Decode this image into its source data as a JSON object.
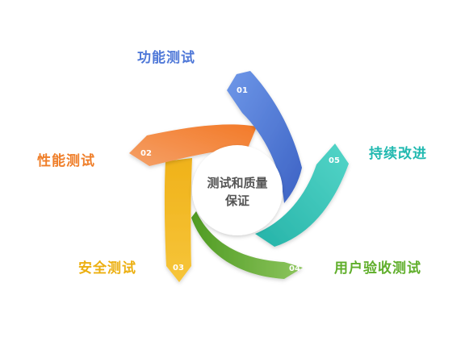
{
  "center": {
    "line1": "测试和质量",
    "line2": "保证"
  },
  "colors": {
    "blue": "#4f78d8",
    "orange": "#f08a3a",
    "yellow": "#f2b418",
    "green": "#72b62e",
    "teal": "#2dc3b8",
    "center_text": "#555555"
  },
  "items": [
    {
      "number": "01",
      "label": "功能测试",
      "color": "#4f78d8"
    },
    {
      "number": "02",
      "label": "性能测试",
      "color": "#ef7e29"
    },
    {
      "number": "03",
      "label": "安全测试",
      "color": "#ecaf10"
    },
    {
      "number": "04",
      "label": "用户验收测试",
      "color": "#5fae2a"
    },
    {
      "number": "05",
      "label": "持续改进",
      "color": "#21b9b0"
    }
  ]
}
